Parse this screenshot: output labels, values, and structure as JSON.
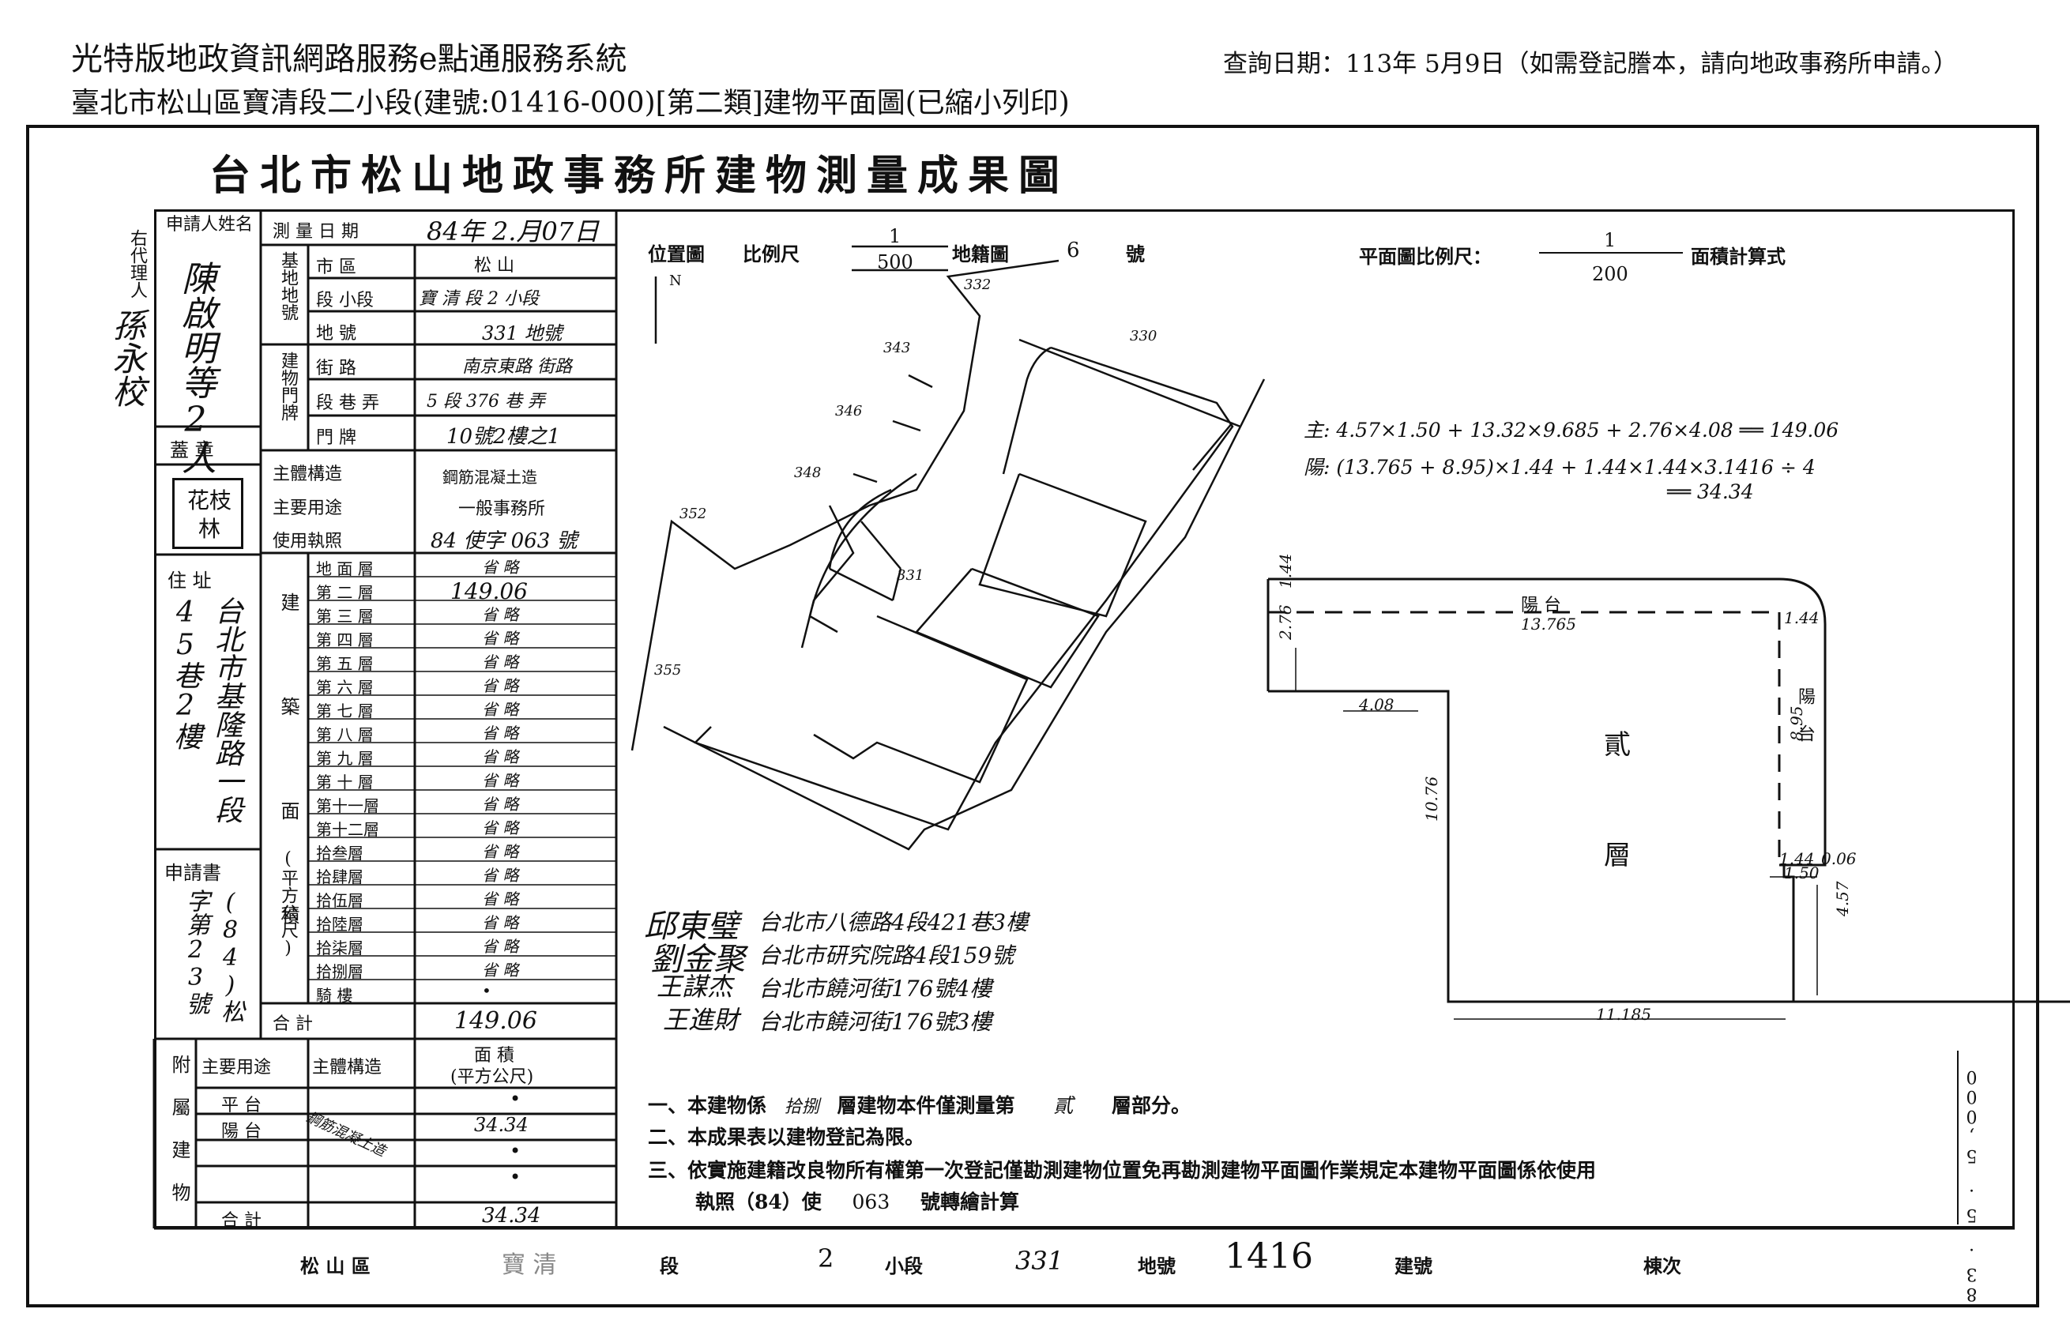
{
  "header": {
    "system_title": "光特版地政資訊網路服務e點通服務系統",
    "query_date": "查詢日期：113年 5月9日（如需登記謄本，請向地政事務所申請。）",
    "subtitle": "臺北市松山區寶清段二小段(建號:01416-000)[第二類]建物平面圖(已縮小列印)"
  },
  "sheet": {
    "title": "台北市松山地政事務所建物測量成果圖",
    "side_number": "83. 5. 5,000"
  },
  "applicant": {
    "label": "申請人姓名",
    "name": "陳啟明等2人",
    "agent_label": "右代理人",
    "agent_name": "孫永校",
    "seal_label": "蓋 章",
    "seal_text": "花枝林",
    "address_label": "住 址",
    "address": "台北市基隆路一段45巷2樓",
    "application_label": "申請書",
    "application_no": "(84)松字第23號"
  },
  "survey": {
    "date_label": "測 量 日 期",
    "date_value": "84年 2.月07日",
    "district_label": "市 區",
    "district_value": "松 山",
    "base_label": "基地地號",
    "section_label": "段 小段",
    "section_value": "寶 清 段 2 小段",
    "lot_label": "地 號",
    "lot_value": "331 地號",
    "door_label": "建物門牌",
    "road_label": "街 路",
    "road_value": "南京東路 街路",
    "lane_label": "段 巷 弄",
    "lane_value": "5 段 376 巷 弄",
    "number_label": "門 牌",
    "number_value": "10號2樓之1",
    "structure_label": "主體構造",
    "structure_value": "鋼筋混凝土造",
    "use_label": "主要用途",
    "use_value": "一般事務所",
    "permit_label": "使用執照",
    "permit_value": "84 使字 063 號"
  },
  "area_section": {
    "vertical_label": "建 築 面 積",
    "unit_label": "(平方公尺)",
    "floors": [
      {
        "floor": "地 面 層",
        "area": "省 略"
      },
      {
        "floor": "第 二 層",
        "area": "149.06"
      },
      {
        "floor": "第 三 層",
        "area": "省 略"
      },
      {
        "floor": "第 四 層",
        "area": "省 略"
      },
      {
        "floor": "第 五 層",
        "area": "省 略"
      },
      {
        "floor": "第 六 層",
        "area": "省 略"
      },
      {
        "floor": "第 七 層",
        "area": "省 略"
      },
      {
        "floor": "第 八 層",
        "area": "省 略"
      },
      {
        "floor": "第 九 層",
        "area": "省 略"
      },
      {
        "floor": "第 十 層",
        "area": "省 略"
      },
      {
        "floor": "第十一層",
        "area": "省 略"
      },
      {
        "floor": "第十二層",
        "area": "省 略"
      },
      {
        "floor": "拾叁層",
        "area": "省 略"
      },
      {
        "floor": "拾肆層",
        "area": "省 略"
      },
      {
        "floor": "拾伍層",
        "area": "省 略"
      },
      {
        "floor": "拾陸層",
        "area": "省 略"
      },
      {
        "floor": "拾柒層",
        "area": "省 略"
      },
      {
        "floor": "拾捌層",
        "area": "省 略"
      },
      {
        "floor": "騎 樓",
        "area": "•"
      }
    ],
    "total_label": "合 計",
    "total_value": "149.06"
  },
  "attached": {
    "vertical_label": "附屬建物",
    "col_use": "主要用途",
    "col_structure": "主體構造",
    "col_area": "面 積",
    "col_area_unit": "(平方公尺)",
    "structure_note": "鋼筋混凝土造",
    "rows": [
      {
        "use": "平 台",
        "area": "•"
      },
      {
        "use": "陽 台",
        "area": "34.34"
      },
      {
        "use": "",
        "area": "•"
      },
      {
        "use": "",
        "area": "•"
      }
    ],
    "total_label": "合 計",
    "total_value": "34.34"
  },
  "location_map": {
    "label": "位置圖",
    "scale_label": "比例尺",
    "scale_num": "1",
    "scale_den": "500",
    "cadastral_label": "地籍圖",
    "cadastral_no": "6",
    "cadastral_suffix": "號",
    "north": "N",
    "lots": [
      "332",
      "330",
      "343",
      "346",
      "348",
      "352",
      "331",
      "355"
    ]
  },
  "floor_plan": {
    "scale_label": "平面圖比例尺：",
    "scale_num": "1",
    "scale_den": "200",
    "calc_label": "面積計算式",
    "formula_1": "主: 4.57×1.50 + 13.32×9.685 + 2.76×4.08 ══ 149.06",
    "formula_2": "陽: (13.765 + 8.95)×1.44 + 1.44×1.44×3.1416 ÷ 4",
    "formula_3": "══ 34.34",
    "balcony_top": "陽 台",
    "balcony_right": "陽 台",
    "floor_mark_1": "貳",
    "floor_mark_2": "層",
    "dims": [
      "1.44",
      "13.765",
      "1.44",
      "2.76",
      "4.08",
      "8.95",
      "10.76",
      "1.44",
      "0.06",
      "1.50",
      "4.57",
      "11.185"
    ]
  },
  "owners": [
    {
      "name": "邱東璧",
      "address": "台北市八德路4段421巷3樓"
    },
    {
      "name": "劉金聚",
      "address": "台北市研究院路4段159號"
    },
    {
      "name": "王謀杰",
      "address": "台北市饒河街176號4樓"
    },
    {
      "name": "王進財",
      "address": "台北市饒河街176號3樓"
    }
  ],
  "notes": {
    "n1a": "一、本建物係",
    "n1b": "拾捌",
    "n1c": "層建物本件僅測量第",
    "n1d": "貳",
    "n1e": "層部分。",
    "n2": "二、本成果表以建物登記為限。",
    "n3": "三、依實施建籍改良物所有權第一次登記僅勘測建物位置免再勘測建物平面圖作業規定本建物平面圖係依使用",
    "n3b": "執照（84）使",
    "n3c": "063",
    "n3d": "號轉繪計算"
  },
  "footer": {
    "district": "松 山 區",
    "section": "寶 清",
    "section_suffix": "段",
    "sub_no": "2",
    "sub_suffix": "小段",
    "lot": "331",
    "lot_suffix": "地號",
    "building_no": "1416",
    "building_suffix": "建號",
    "unit_suffix": "棟次"
  }
}
